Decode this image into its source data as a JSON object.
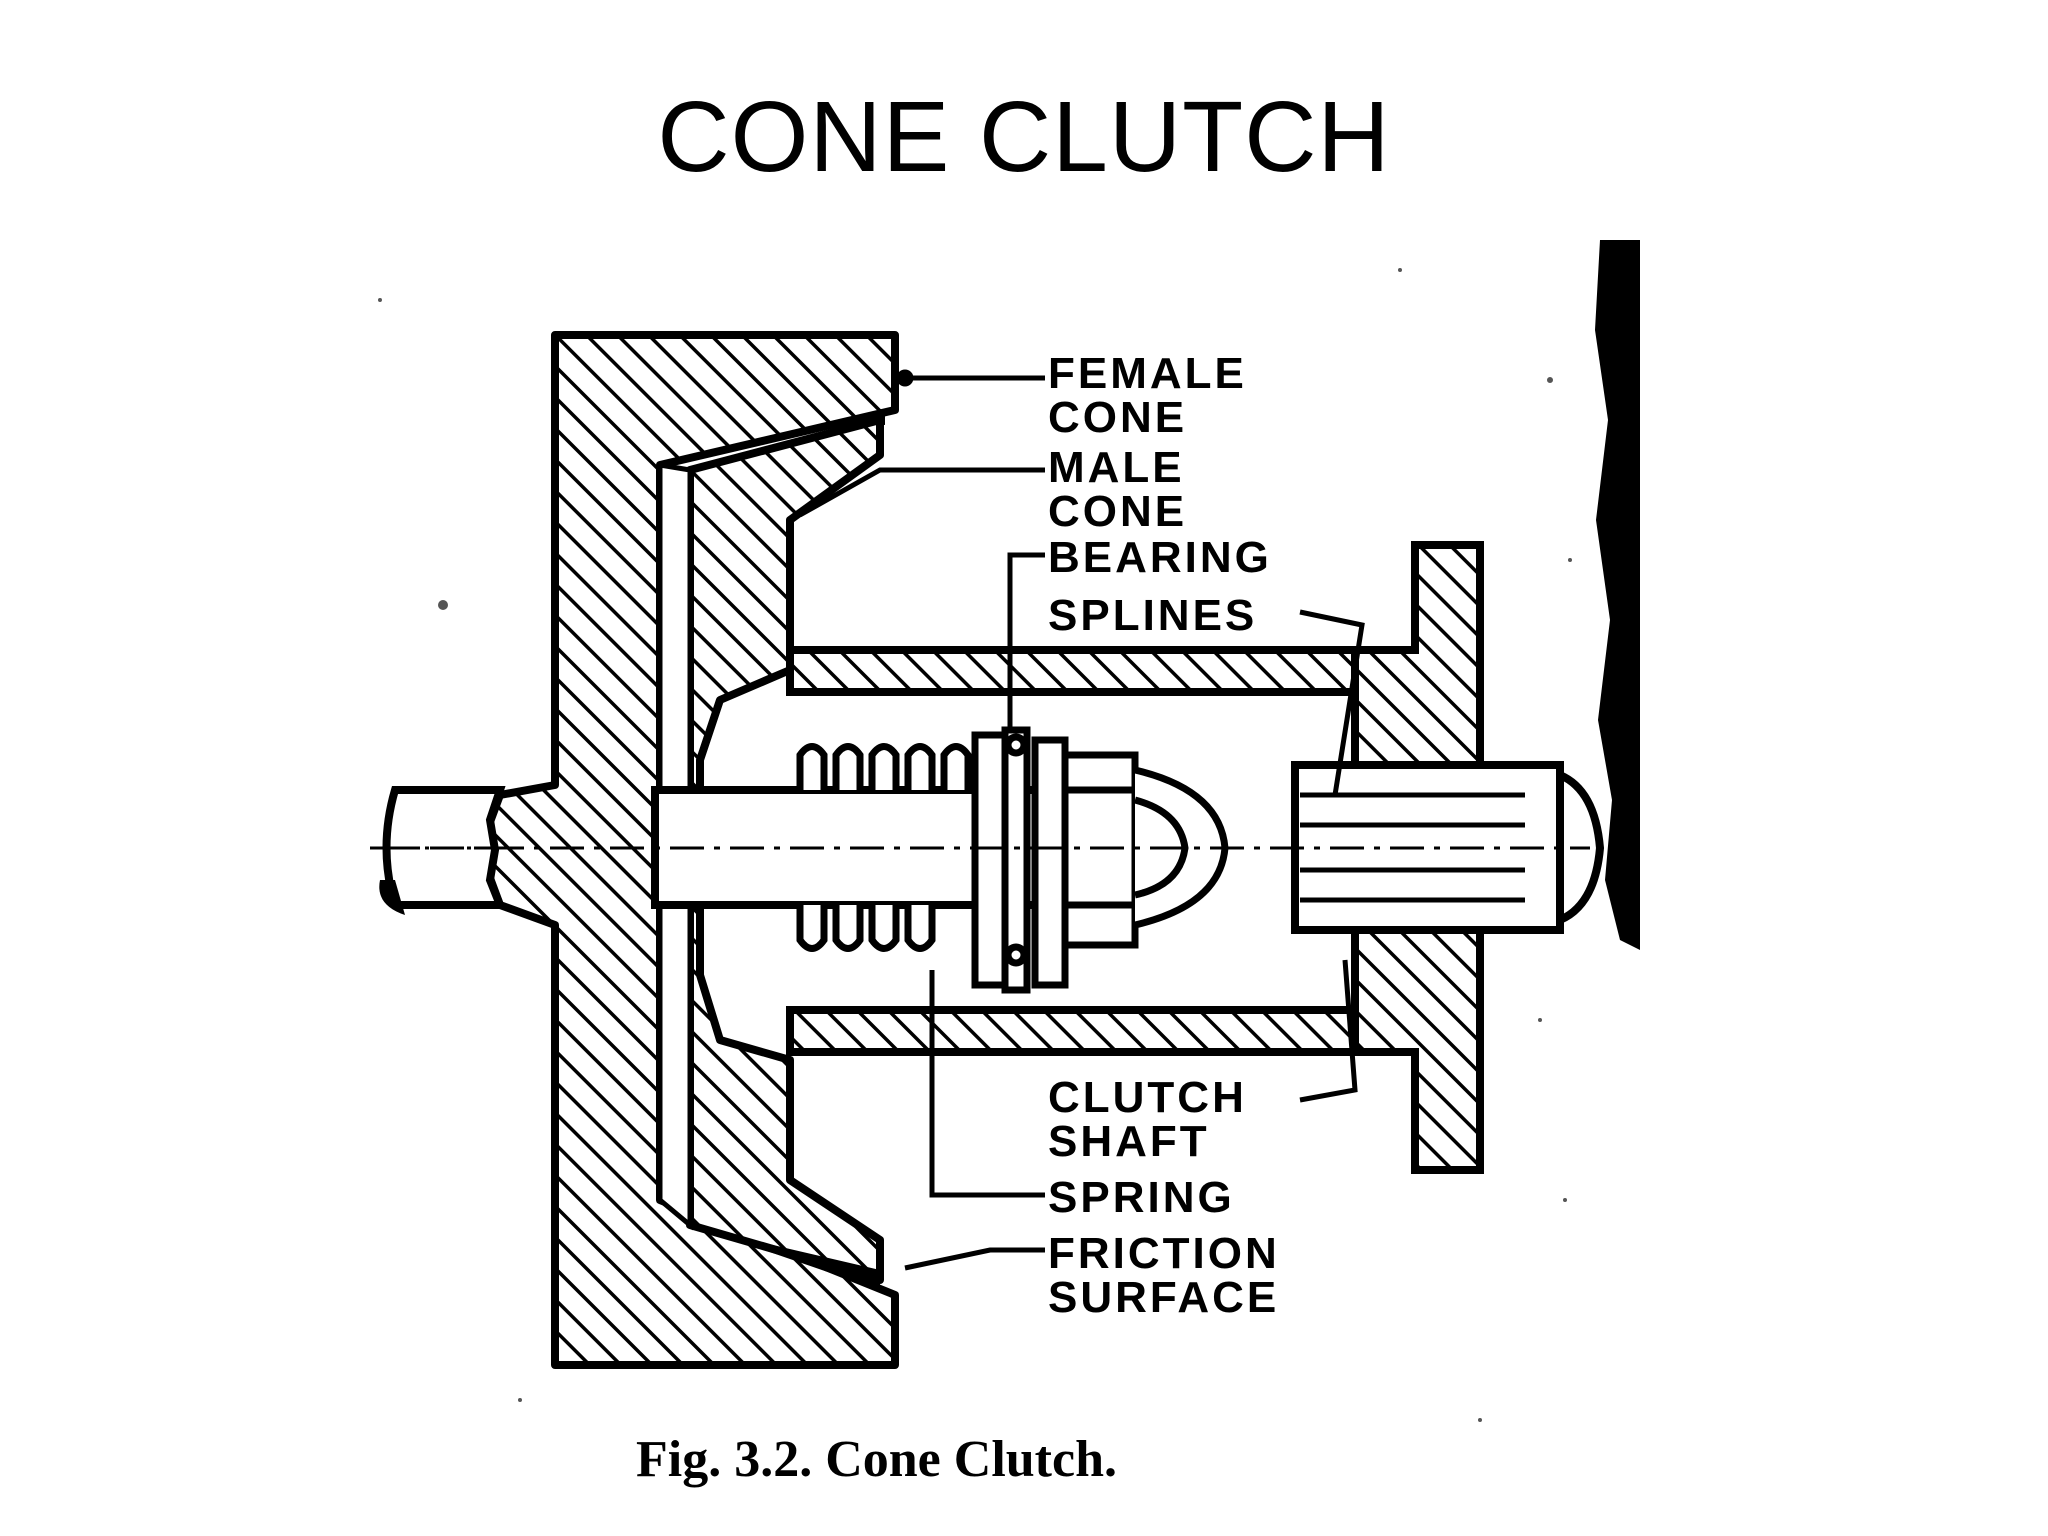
{
  "title": "CONE CLUTCH",
  "labels": {
    "female_cone": [
      "FEMALE",
      "CONE"
    ],
    "male_cone": [
      "MALE",
      "CONE"
    ],
    "bearing": "BEARING",
    "splines": "SPLINES",
    "clutch_shaft": [
      "CLUTCH",
      "SHAFT"
    ],
    "spring": "SPRING",
    "friction_surface": [
      "FRICTION",
      "SURFACE"
    ]
  },
  "caption": "Fig. 3.2. Cone Clutch.",
  "colors": {
    "ink": "#000000",
    "paper": "#ffffff"
  }
}
